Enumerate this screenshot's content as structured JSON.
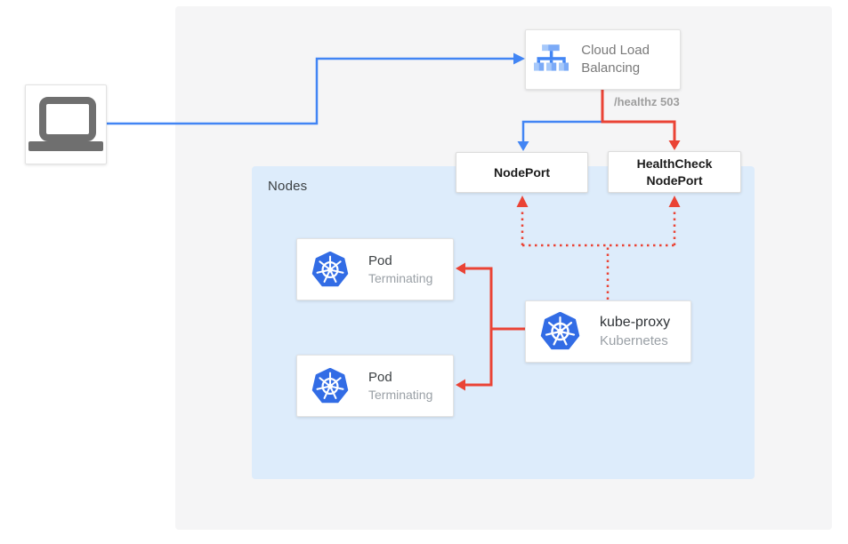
{
  "colors": {
    "traffic_blue": "#4285f4",
    "health_red": "#ea4335",
    "nodes_group_bg": "#ddecfb",
    "canvas_bg": "#f5f5f6",
    "k8s_blue": "#326ce5",
    "clb_icon_blue": "#4285f4",
    "clb_icon_blue_mid": "#7baaf7",
    "clb_icon_blue_light": "#a6c8fa",
    "laptop_gray": "#6f6f6f"
  },
  "client": {
    "icon": "laptop"
  },
  "clb": {
    "label": "Cloud Load Balancing"
  },
  "annotations": {
    "healthz": "/healthz 503"
  },
  "ports": {
    "nodeport": "NodePort",
    "healthcheck_nodeport": "HealthCheck NodePort"
  },
  "nodes_group": {
    "label": "Nodes"
  },
  "pods": [
    {
      "title": "Pod",
      "subtitle": "Terminating"
    },
    {
      "title": "Pod",
      "subtitle": "Terminating"
    }
  ],
  "kube_proxy": {
    "title": "kube-proxy",
    "subtitle": "Kubernetes"
  }
}
